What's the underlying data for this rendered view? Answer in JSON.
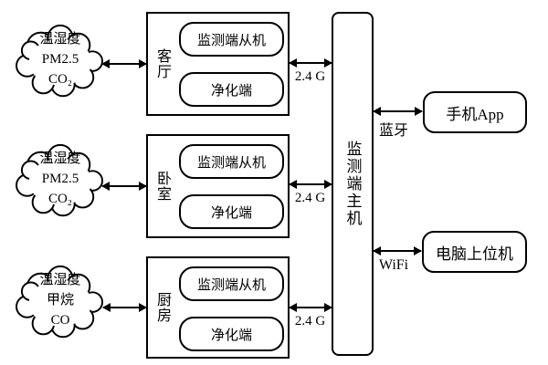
{
  "diagram": {
    "title_semantic": "home-air-monitoring-system-architecture",
    "colors": {
      "stroke": "#000000",
      "background": "#ffffff"
    },
    "clouds": [
      {
        "lines": [
          "温湿度",
          "PM2.5",
          "CO₂"
        ]
      },
      {
        "lines": [
          "温湿度",
          "PM2.5",
          "CO₂"
        ]
      },
      {
        "lines": [
          "温湿度",
          "甲烷",
          "CO"
        ]
      }
    ],
    "rooms": [
      {
        "name": "客厅",
        "slave": "监测端从机",
        "purifier": "净化端",
        "link_label": "2.4 G"
      },
      {
        "name": "卧室",
        "slave": "监测端从机",
        "purifier": "净化端",
        "link_label": "2.4 G"
      },
      {
        "name": "厨房",
        "slave": "监测端从机",
        "purifier": "净化端",
        "link_label": "2.4 G"
      }
    ],
    "hub": {
      "label": "监测端主机"
    },
    "right_links": [
      {
        "label": "手机App",
        "link_label": "蓝牙"
      },
      {
        "label": "电脑上位机",
        "link_label": "WiFi"
      }
    ]
  }
}
